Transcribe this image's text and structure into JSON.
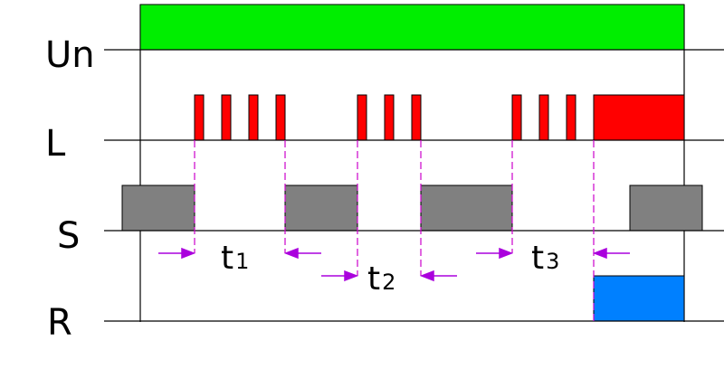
{
  "rows": {
    "un": {
      "label": "Un",
      "color": "#00ee00"
    },
    "l": {
      "label": "L",
      "color": "#ff0000"
    },
    "s": {
      "label": "S",
      "color": "#808080"
    },
    "r": {
      "label": "R",
      "color": "#0080ff"
    }
  },
  "timers": [
    {
      "letter": "t",
      "index": "1"
    },
    {
      "letter": "t",
      "index": "2"
    },
    {
      "letter": "t",
      "index": "3"
    }
  ],
  "colors": {
    "line": "#000000",
    "guide": "#cc00cc",
    "arrow": "#aa00dd"
  }
}
